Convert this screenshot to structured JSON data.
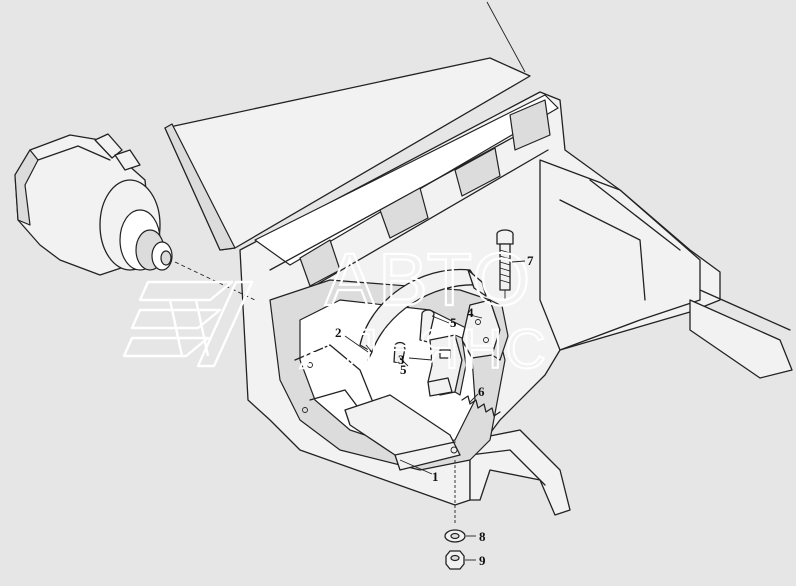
{
  "callouts": [
    {
      "label": "1",
      "target": "bracket-plate"
    },
    {
      "label": "2",
      "target": "hoop-strap"
    },
    {
      "label": "3",
      "target": "clamp-bolt"
    },
    {
      "label": "4",
      "target": "clamp-bracket"
    },
    {
      "label": "5",
      "target": "pin"
    },
    {
      "label": "5",
      "target": "pin"
    },
    {
      "label": "6",
      "target": "spring"
    },
    {
      "label": "7",
      "target": "long-bolt"
    },
    {
      "label": "8",
      "target": "washer"
    },
    {
      "label": "9",
      "target": "nut"
    }
  ],
  "watermark": {
    "line1": "АВТО",
    "line2": "АЛЬЯНС"
  }
}
